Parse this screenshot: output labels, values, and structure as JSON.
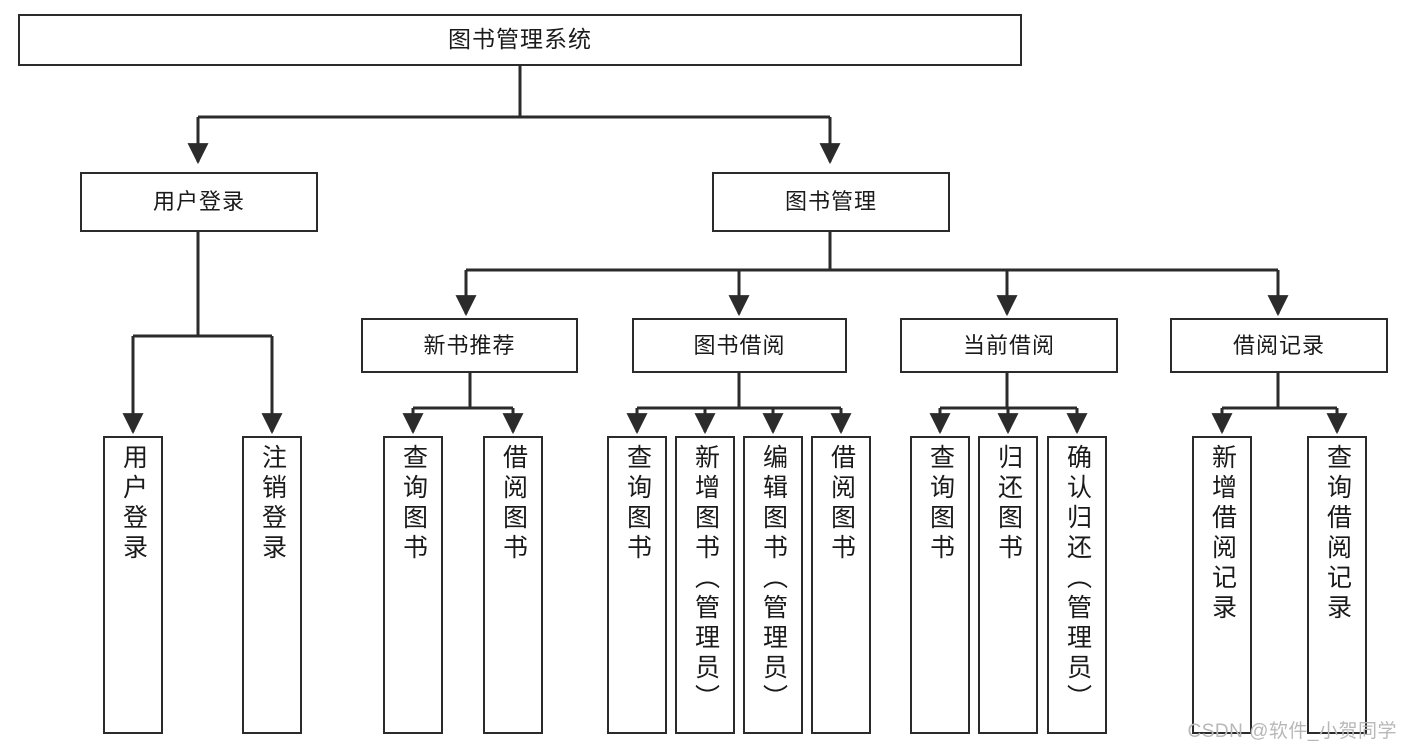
{
  "diagram": {
    "type": "tree-hierarchy",
    "title": "图书管理系统",
    "watermark": "CSDN @软件_小贺同学",
    "colors": {
      "stroke": "#2b2b2b",
      "fill": "#ffffff",
      "text": "#1a1a1a",
      "watermark": "#b8b8b8",
      "background": "#ffffff"
    },
    "levels": [
      {
        "level": 0,
        "count": 1
      },
      {
        "level": 1,
        "count": 2
      },
      {
        "level": 2,
        "count": 4
      },
      {
        "level": 3,
        "count": 13
      }
    ],
    "nodes": {
      "root": {
        "label": "图书管理系统"
      },
      "level1": [
        {
          "id": "user-login",
          "label": "用户登录"
        },
        {
          "id": "book-manage",
          "label": "图书管理"
        }
      ],
      "level2": [
        {
          "id": "new-book-rec",
          "label": "新书推荐"
        },
        {
          "id": "book-borrow",
          "label": "图书借阅"
        },
        {
          "id": "current-borrow",
          "label": "当前借阅"
        },
        {
          "id": "borrow-record",
          "label": "借阅记录"
        }
      ],
      "leaves": {
        "user_login": [
          {
            "id": "leaf-user-login",
            "label": "用户登录"
          },
          {
            "id": "leaf-logout",
            "label": "注销登录"
          }
        ],
        "new_book_rec": [
          {
            "id": "leaf-query-book-1",
            "label": "查询图书"
          },
          {
            "id": "leaf-borrow-book-1",
            "label": "借阅图书"
          }
        ],
        "book_borrow": [
          {
            "id": "leaf-query-book-2",
            "label": "查询图书"
          },
          {
            "id": "leaf-add-book",
            "label": "新增图书（管理员）"
          },
          {
            "id": "leaf-edit-book",
            "label": "编辑图书（管理员）"
          },
          {
            "id": "leaf-borrow-book-2",
            "label": "借阅图书"
          }
        ],
        "current_borrow": [
          {
            "id": "leaf-query-book-3",
            "label": "查询图书"
          },
          {
            "id": "leaf-return-book",
            "label": "归还图书"
          },
          {
            "id": "leaf-confirm-return",
            "label": "确认归还（管理员）"
          }
        ],
        "borrow_record": [
          {
            "id": "leaf-add-record",
            "label": "新增借阅记录"
          },
          {
            "id": "leaf-query-record",
            "label": "查询借阅记录"
          }
        ]
      }
    }
  }
}
